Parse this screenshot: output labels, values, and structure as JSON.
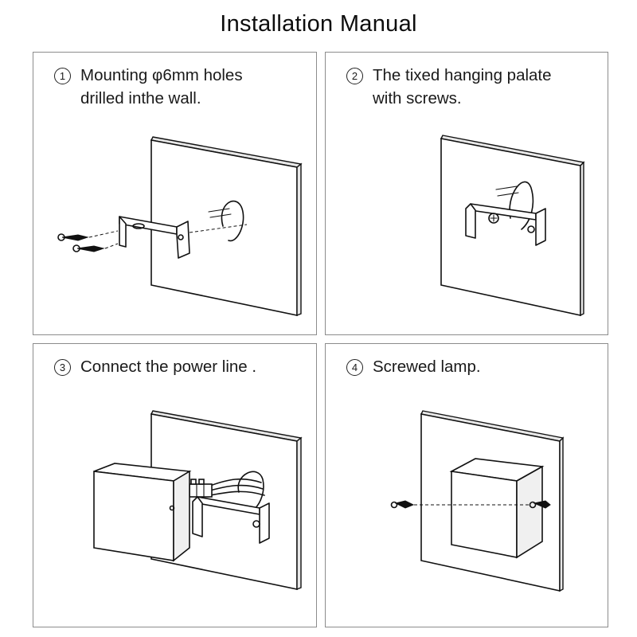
{
  "title": "Installation  Manual",
  "steps": [
    {
      "number": "1",
      "lines": [
        "Mounting φ6mm holes",
        "drilled inthe wall."
      ]
    },
    {
      "number": "2",
      "lines": [
        "The tixed hanging palate",
        "with screws."
      ]
    },
    {
      "number": "3",
      "lines": [
        "Connect the power line ."
      ]
    },
    {
      "number": "4",
      "lines": [
        "Screwed lamp."
      ]
    }
  ]
}
